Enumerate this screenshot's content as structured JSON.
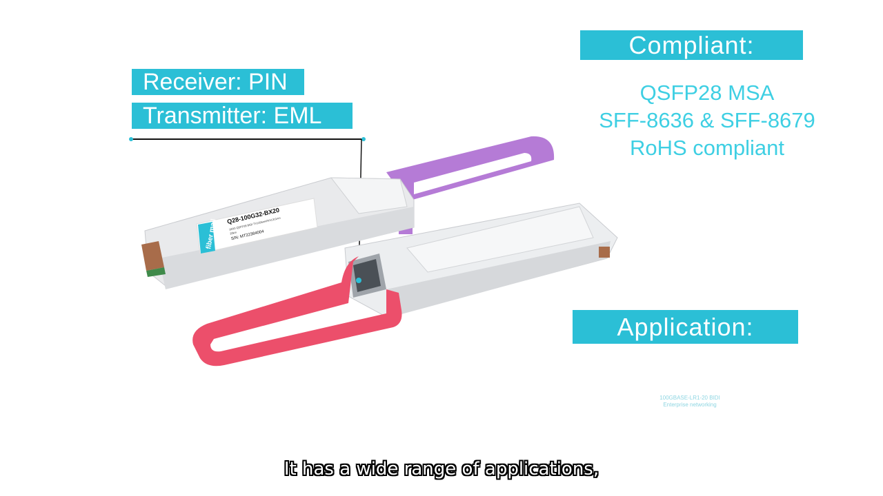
{
  "callout": {
    "receiver": "Receiver: PIN",
    "transmitter": "Transmitter: EML"
  },
  "compliant": {
    "title": "Compliant:",
    "standards": [
      "QSFP28 MSA",
      "SFF-8636 & SFF-8679",
      "RoHS compliant"
    ]
  },
  "application": {
    "title": "Application:",
    "items": [
      "100GBASE-LR1-20 BIDI",
      "Enterprise networking"
    ]
  },
  "module_label": {
    "part_number": "Q28-100G32-BX20",
    "description": "100G QSFP28 BIDI TX1295nm/RX1311nm",
    "distance": "20km",
    "serial": "S/N: MT22384004",
    "brand": "fiber mall"
  },
  "subtitle": "It has a wide range of applications,",
  "colors": {
    "accent": "#2bbfd6",
    "standards_text": "#3ecfe3",
    "pull_tab_top": "#b57bd6",
    "pull_tab_front": "#ec4f6b"
  }
}
